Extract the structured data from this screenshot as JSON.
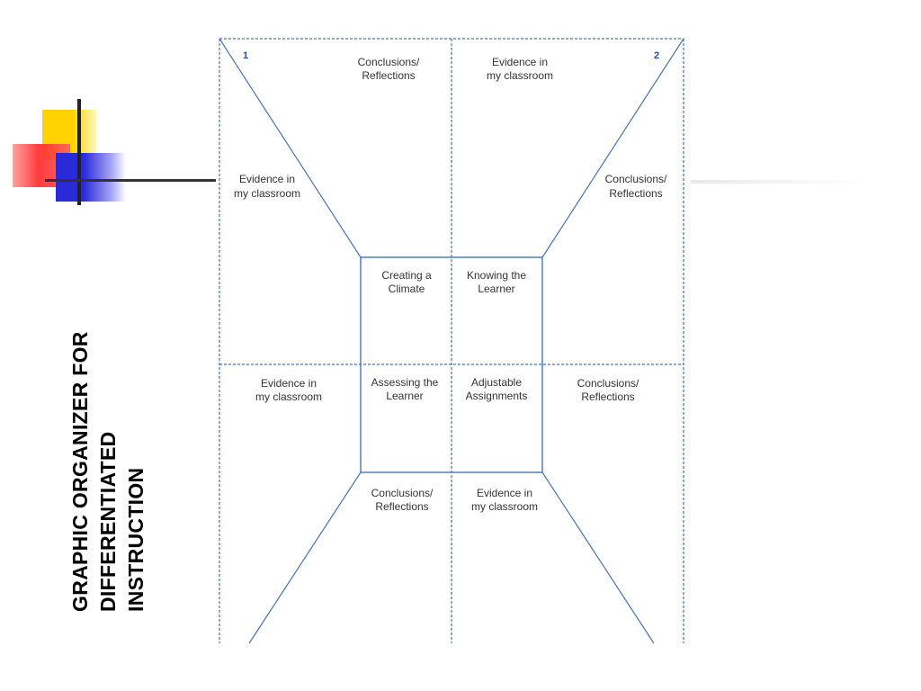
{
  "title_lines": [
    "GRAPHIC ORGANIZER FOR",
    "DIFFERENTIATED",
    "INSTRUCTION"
  ],
  "corner_numbers": {
    "left": "1",
    "right": "2"
  },
  "center": {
    "top_left": [
      "Creating a",
      "Climate"
    ],
    "top_right": [
      "Knowing the",
      "Learner"
    ],
    "bottom_left": [
      "Assessing the",
      "Learner"
    ],
    "bottom_right": [
      "Adjustable",
      "Assignments"
    ]
  },
  "top_left_top": [
    "Conclusions/",
    "Reflections"
  ],
  "top_left_side": [
    "Evidence in",
    "my classroom"
  ],
  "top_right_top": [
    "Evidence in",
    "my classroom"
  ],
  "top_right_side": [
    "Conclusions/",
    "Reflections"
  ],
  "bottom_left_side": [
    "Evidence in",
    "my classroom"
  ],
  "bottom_left_bottom": [
    "Conclusions/",
    "Reflections"
  ],
  "bottom_right_side": [
    "Conclusions/",
    "Reflections"
  ],
  "bottom_right_bottom": [
    "Evidence in",
    "my classroom"
  ],
  "colors": {
    "line": "#4a73b5",
    "text": "#333333",
    "title": "#000000"
  }
}
